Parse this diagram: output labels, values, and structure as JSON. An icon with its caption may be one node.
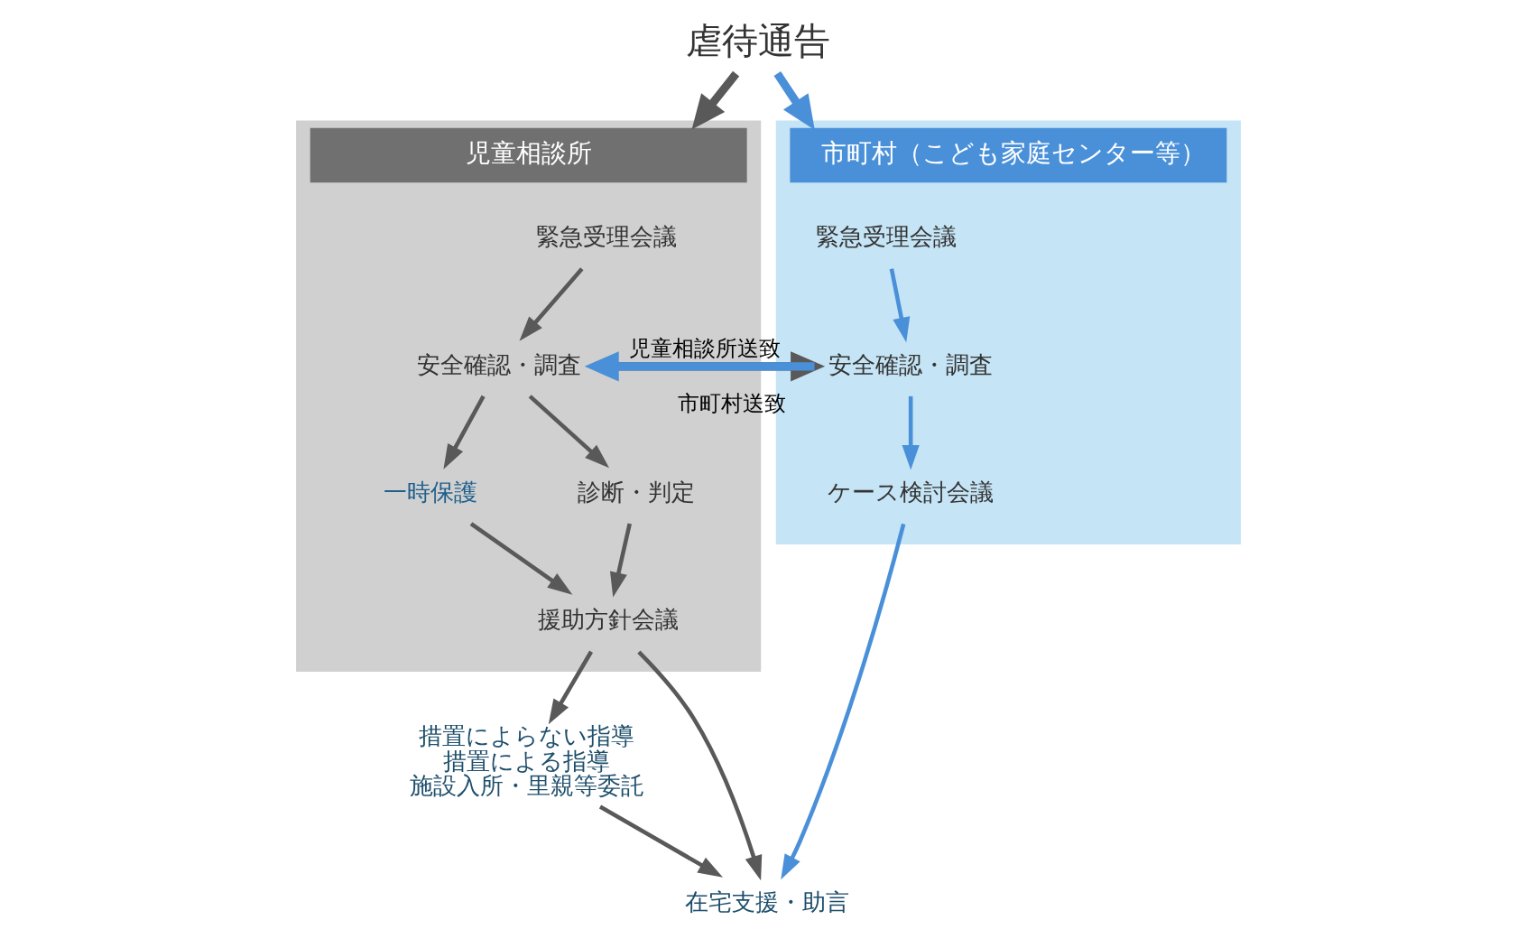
{
  "diagram": {
    "nodes": [
      {
        "text": [
          "虐待通告"
        ]
      },
      {
        "text": [
          "児童相談所"
        ]
      },
      {
        "text": [
          "緊急受理会議"
        ],
        "in": 1
      },
      {
        "text": [
          "安全確認・調査"
        ],
        "in": 1
      },
      {
        "text": [
          "一時保護"
        ],
        "in": 1
      },
      {
        "text": [
          "診断・判定"
        ],
        "in": 1
      },
      {
        "text": [
          "援助方針会議"
        ],
        "in": 1
      },
      {
        "text": [
          "市町村（こども家庭センター等）"
        ]
      },
      {
        "text": [
          "緊急受理会議"
        ],
        "in": 7
      },
      {
        "text": [
          "安全確認・調査"
        ],
        "in": 7
      },
      {
        "text": [
          "ケース検討会議"
        ],
        "in": 7
      },
      {
        "text": [
          "措置によらない指導",
          "措置による指導",
          "施設入所・里親等委託"
        ]
      },
      {
        "text": [
          "在宅支援・助言"
        ]
      }
    ],
    "edges": [
      {
        "from": 0,
        "to": 1,
        "arrow": "to",
        "style": "thick"
      },
      {
        "from": 0,
        "to": 7,
        "arrow": "to",
        "style": "thick",
        "color": "#4a90d9"
      },
      {
        "from": 2,
        "to": 3,
        "arrow": "to"
      },
      {
        "from": 3,
        "to": 4,
        "arrow": "to"
      },
      {
        "from": 3,
        "to": 5,
        "arrow": "to"
      },
      {
        "from": 4,
        "to": 6,
        "arrow": "to"
      },
      {
        "from": 5,
        "to": 6,
        "arrow": "to"
      },
      {
        "from": 8,
        "to": 9,
        "arrow": "to",
        "color": "#4a90d9"
      },
      {
        "from": 9,
        "to": 10,
        "arrow": "to",
        "color": "#4a90d9"
      },
      {
        "from": 9,
        "to": 3,
        "label": "児童相談所送致",
        "arrow": "to",
        "style": "thick",
        "color": "#4a90d9"
      },
      {
        "from": 3,
        "to": 9,
        "label": "市町村送致",
        "arrow": "to",
        "style": "thick"
      },
      {
        "from": 6,
        "to": 11,
        "arrow": "to"
      },
      {
        "from": 6,
        "to": 12,
        "arrow": "to"
      },
      {
        "from": 10,
        "to": 12,
        "arrow": "to",
        "color": "#4a90d9"
      },
      {
        "from": 11,
        "to": 12,
        "arrow": "to"
      }
    ]
  }
}
